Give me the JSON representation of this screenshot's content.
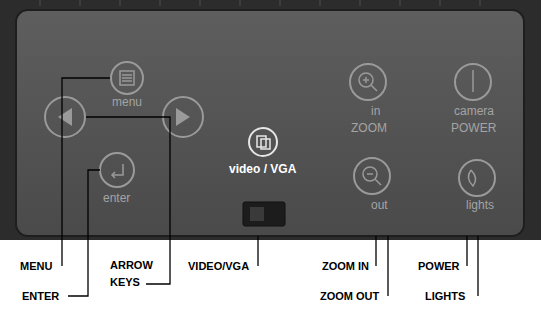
{
  "diagram": {
    "labels": [
      "menu",
      "enter",
      "video / VGA",
      "in",
      "ZOOM",
      "out",
      "camera",
      "POWER",
      "lights",
      "MENU",
      "ARROW KEYS",
      "ENTER",
      "VIDEO/VGA",
      "ZOOM IN",
      "ZOOM OUT",
      "POWER",
      "LIGHTS"
    ]
  }
}
